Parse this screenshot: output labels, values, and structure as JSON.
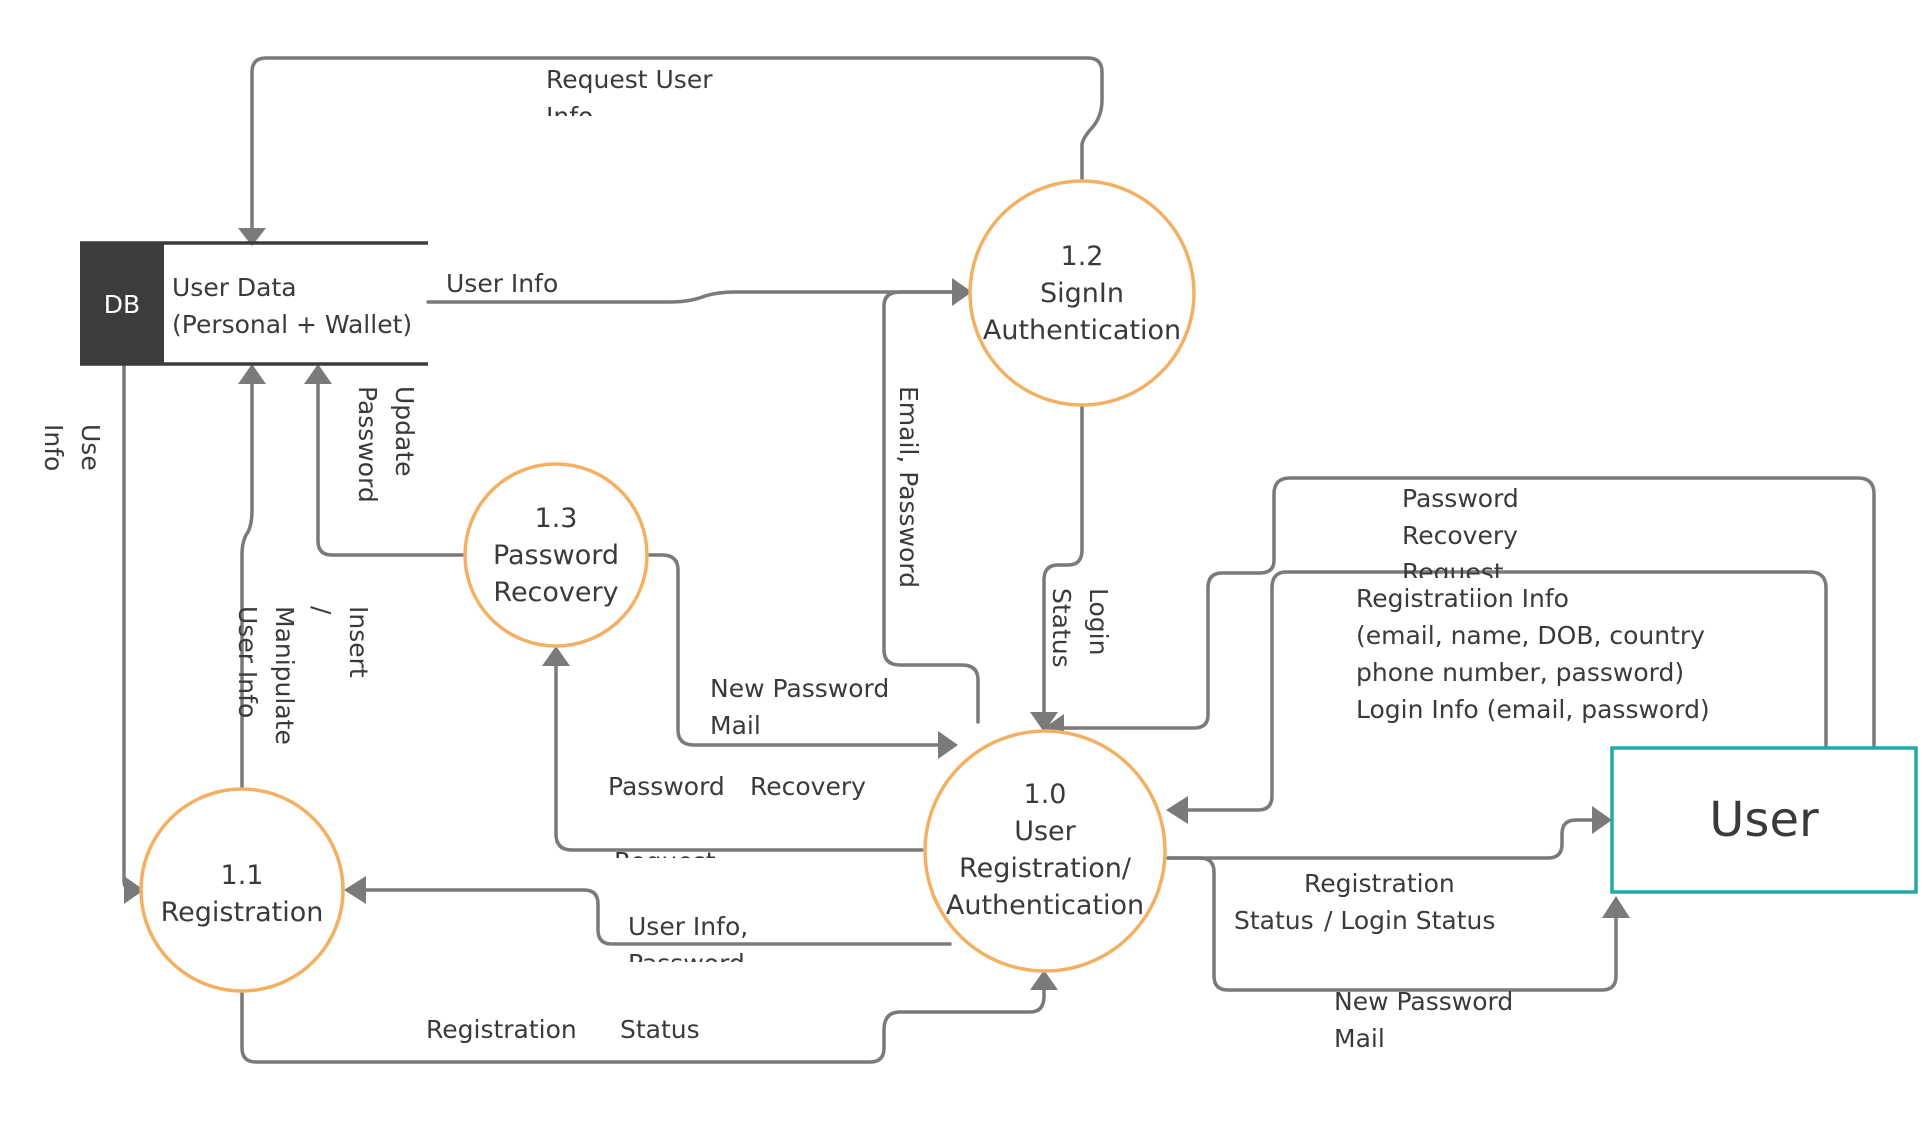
{
  "colors": {
    "connector": "#7a7a7a",
    "process_border": "#f3b063",
    "entity_border": "#20aaa8",
    "datastore_tab": "#3c3c3c",
    "text": "#3a3a3a"
  },
  "datastore": {
    "tag": "DB",
    "name_line1": "User Data",
    "name_line2": "(Personal + Wallet)"
  },
  "external_entity": {
    "name": "User"
  },
  "processes": {
    "p10": {
      "number": "1.0",
      "line1": "User",
      "line2": "Registration/",
      "line3": "Authentication"
    },
    "p11": {
      "number": "1.1",
      "line1": "Registration"
    },
    "p12": {
      "number": "1.2",
      "line1": "SignIn",
      "line2": "Authentication"
    },
    "p13": {
      "number": "1.3",
      "line1": "Password",
      "line2": "Recovery"
    }
  },
  "flows": {
    "request_user_info": [
      "Request User",
      "Info"
    ],
    "user_info_db_to_signin": [
      "User Info"
    ],
    "user_info_db_to_reg": [
      "User",
      "Info"
    ],
    "update_password": [
      "Update",
      "Password"
    ],
    "insert_manipulate": [
      "Insert",
      "/",
      "Manipulate",
      "User Info"
    ],
    "email_password": [
      "Email, Password"
    ],
    "login_status": [
      "Login",
      "Status"
    ],
    "new_password_mail_internal": [
      "New Password",
      "Mail"
    ],
    "password_recovery_request_internal": [
      "Password",
      "Recovery",
      "Request"
    ],
    "user_info_password": [
      "User Info,",
      "Password"
    ],
    "registration_status_internal": [
      "Registration",
      "Status"
    ],
    "password_recovery_request_user": [
      "Password",
      "Recovery",
      "Request"
    ],
    "registration_info": [
      "Registratiion Info",
      "(email, name, DOB, country",
      "phone number, password)",
      "Login Info (email, password)"
    ],
    "registration_login_status": [
      "Registration",
      "Status",
      "/ Login Status"
    ],
    "new_password_mail_user": [
      "New Password",
      "Mail"
    ]
  }
}
